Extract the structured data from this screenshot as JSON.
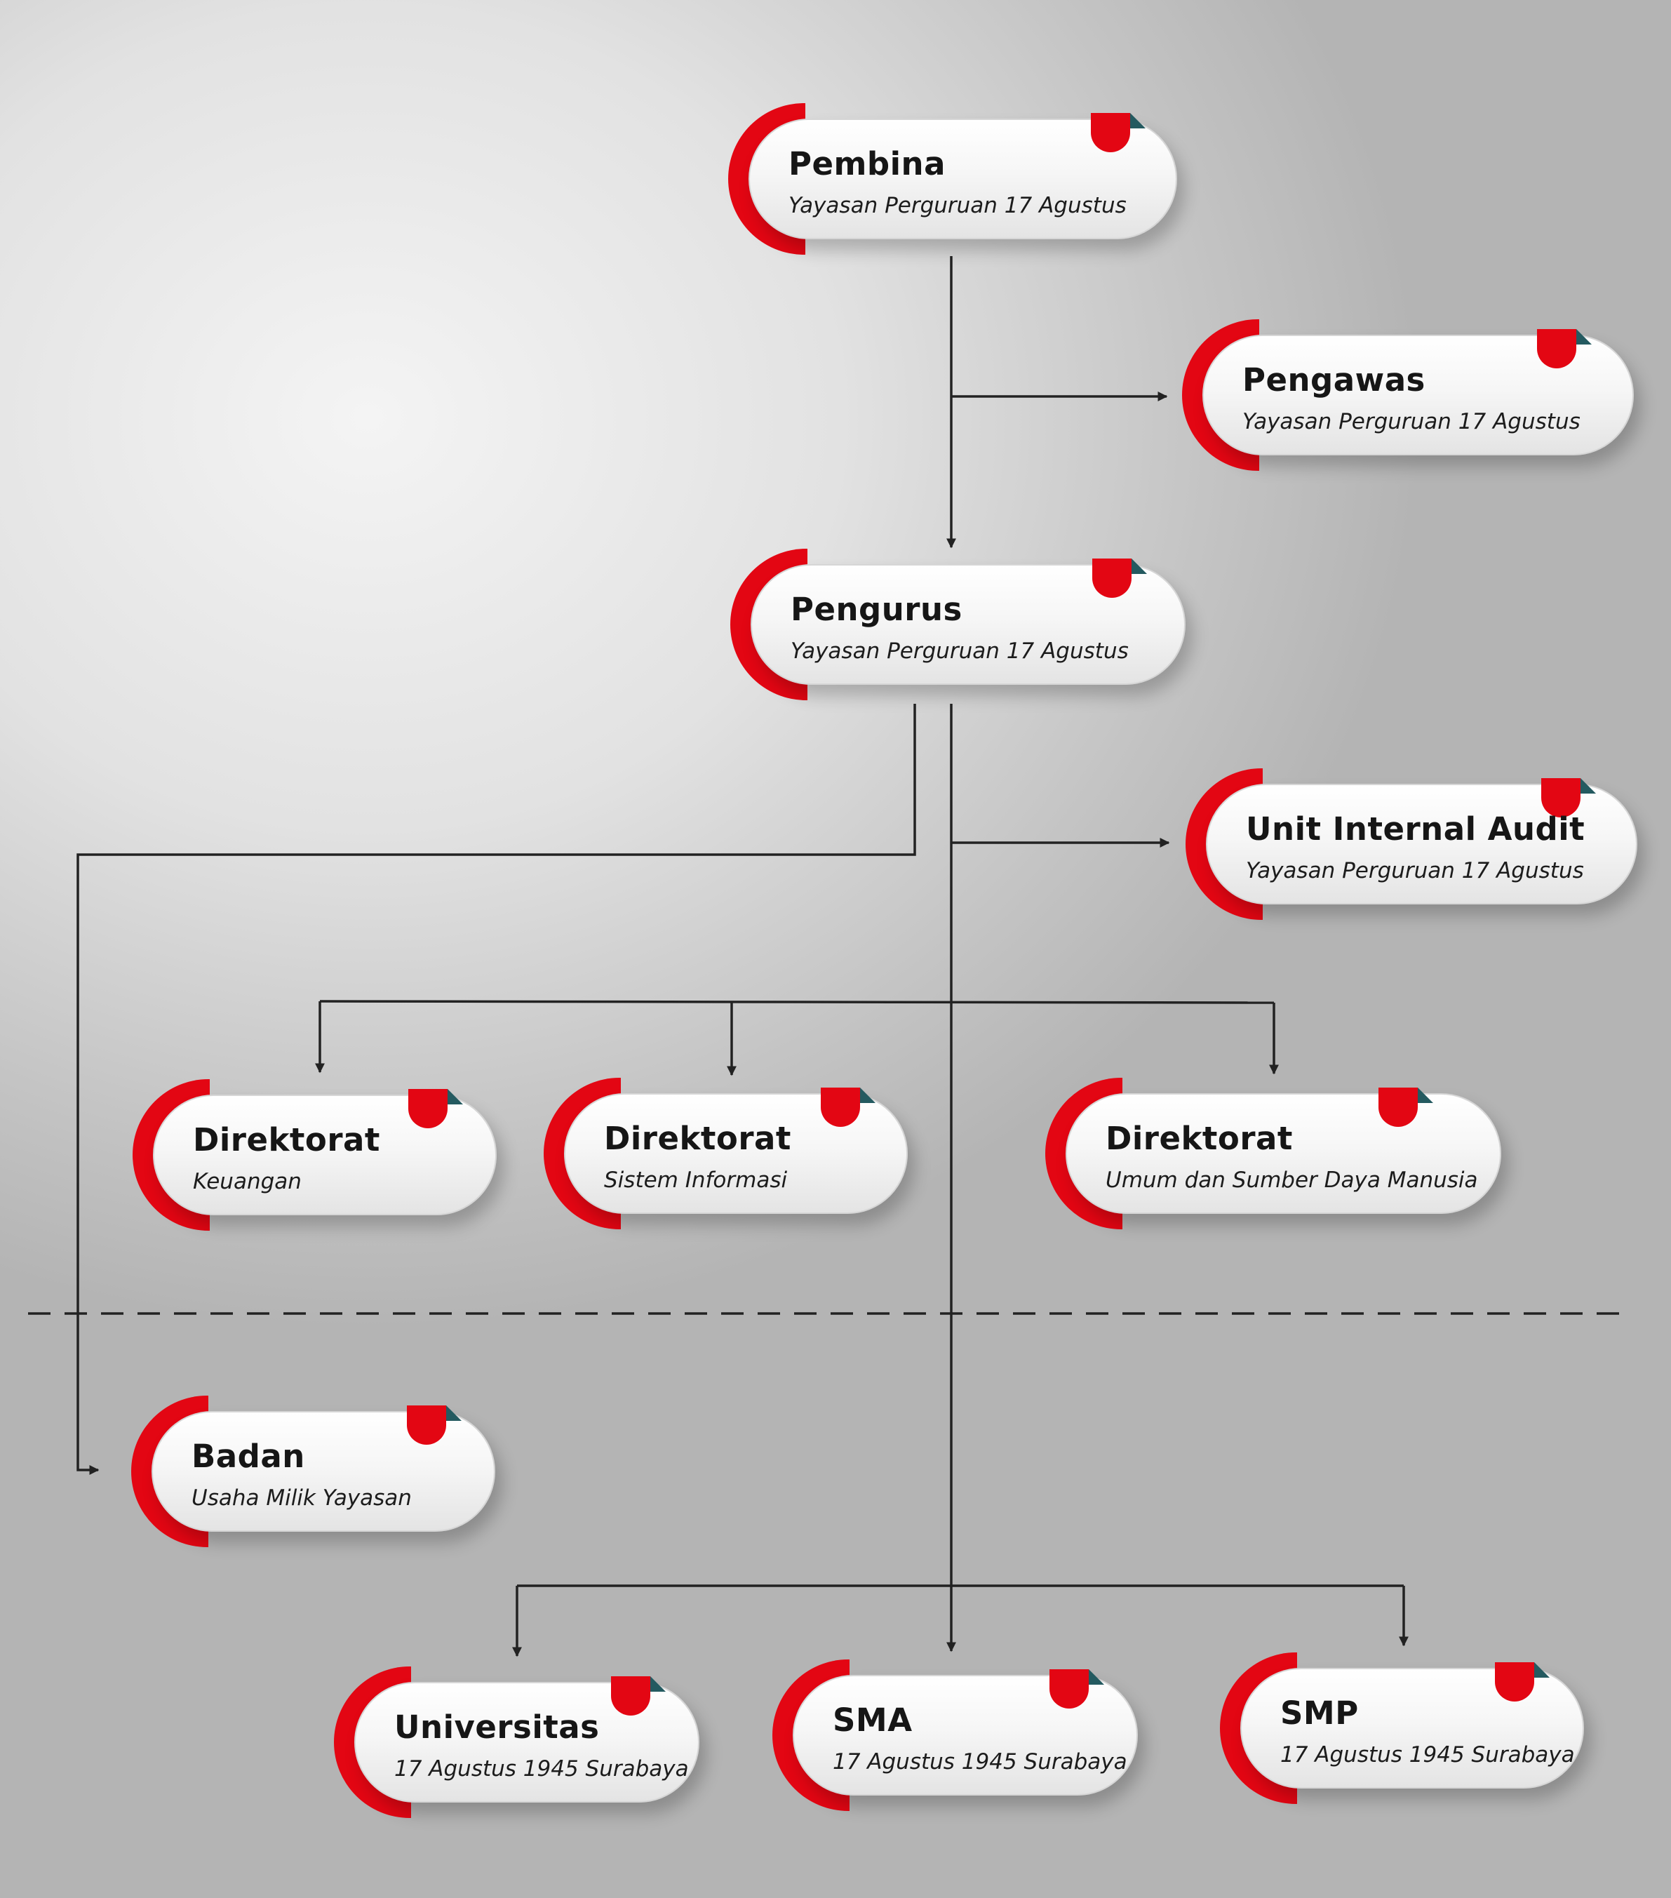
{
  "nodes": {
    "pembina": {
      "title": "Pembina",
      "subtitle": "Yayasan Perguruan 17 Agustus"
    },
    "pengawas": {
      "title": "Pengawas",
      "subtitle": "Yayasan Perguruan 17 Agustus"
    },
    "pengurus": {
      "title": "Pengurus",
      "subtitle": "Yayasan Perguruan 17 Agustus"
    },
    "audit": {
      "title": "Unit Internal Audit",
      "subtitle": "Yayasan Perguruan 17 Agustus"
    },
    "keuangan": {
      "title": "Direktorat",
      "subtitle": "Keuangan"
    },
    "sisfo": {
      "title": "Direktorat",
      "subtitle": "Sistem Informasi"
    },
    "sdm": {
      "title": "Direktorat",
      "subtitle": "Umum dan Sumber Daya Manusia"
    },
    "badan": {
      "title": "Badan",
      "subtitle": "Usaha Milik Yayasan"
    },
    "universitas": {
      "title": "Universitas",
      "subtitle": "17 Agustus 1945 Surabaya"
    },
    "sma": {
      "title": "SMA",
      "subtitle": "17 Agustus 1945 Surabaya"
    },
    "smp": {
      "title": "SMP",
      "subtitle": "17 Agustus 1945 Surabaya"
    }
  },
  "colors": {
    "accent": "#e30613",
    "tab_fold": "#245a60",
    "line": "#222222"
  }
}
